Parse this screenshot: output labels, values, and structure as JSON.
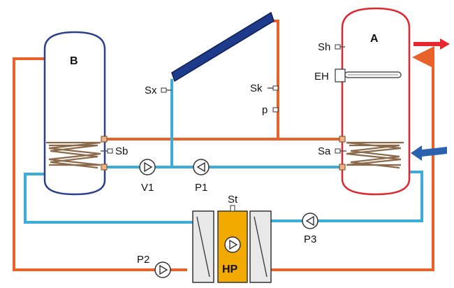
{
  "labels": {
    "tank_b": "B",
    "tank_a": "A",
    "sensor_sb": "Sb",
    "sensor_sa": "Sa",
    "sensor_sx": "Sx",
    "sensor_sk": "Sk",
    "sensor_p": "p",
    "sensor_sh": "Sh",
    "electric_heater": "EH",
    "sensor_st": "St",
    "heat_pump": "HP",
    "pump_v1": "V1",
    "pump_p1": "P1",
    "pump_p2": "P2",
    "pump_p3": "P3"
  },
  "colors": {
    "hot_pipe": "#e8622a",
    "cold_pipe": "#3aaed8",
    "tank_b_outline": "#2c3f8c",
    "tank_a_outline": "#e0262e",
    "collector": "#1e3a8a",
    "heat_pump_fill": "#f2a900",
    "hot_arrow": "#e8262e",
    "cold_arrow": "#2b62b0"
  },
  "icons": {
    "pump": "pump-circle-triangle-icon",
    "hot_outlet": "arrow-right-icon",
    "cold_inlet": "arrow-left-icon"
  }
}
